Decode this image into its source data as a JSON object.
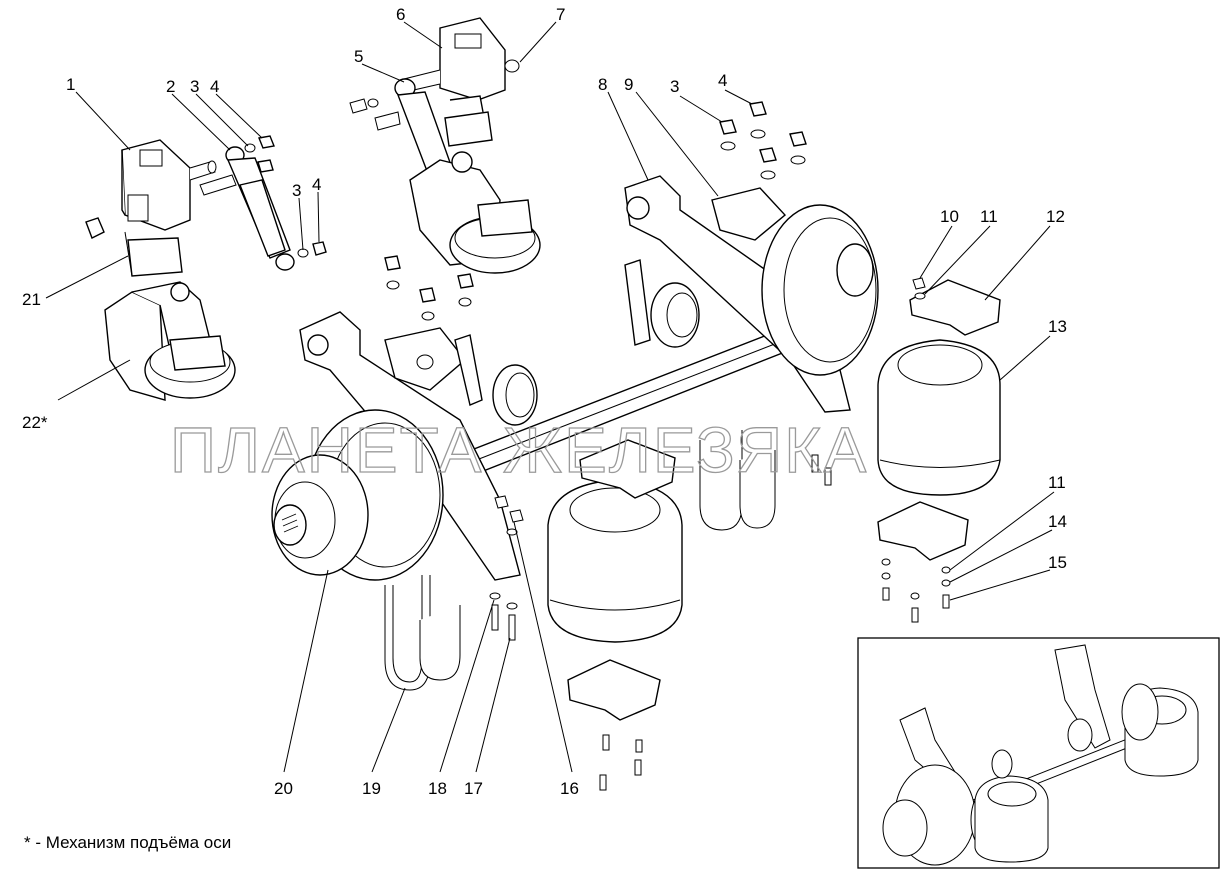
{
  "callouts": [
    {
      "id": "1",
      "label": "1"
    },
    {
      "id": "2",
      "label": "2"
    },
    {
      "id": "3a",
      "label": "3"
    },
    {
      "id": "4a",
      "label": "4"
    },
    {
      "id": "3b",
      "label": "3"
    },
    {
      "id": "4b",
      "label": "4"
    },
    {
      "id": "5",
      "label": "5"
    },
    {
      "id": "6",
      "label": "6"
    },
    {
      "id": "7",
      "label": "7"
    },
    {
      "id": "8",
      "label": "8"
    },
    {
      "id": "9",
      "label": "9"
    },
    {
      "id": "3c",
      "label": "3"
    },
    {
      "id": "4c",
      "label": "4"
    },
    {
      "id": "10",
      "label": "10"
    },
    {
      "id": "11a",
      "label": "11"
    },
    {
      "id": "12",
      "label": "12"
    },
    {
      "id": "13",
      "label": "13"
    },
    {
      "id": "11b",
      "label": "11"
    },
    {
      "id": "14",
      "label": "14"
    },
    {
      "id": "15",
      "label": "15"
    },
    {
      "id": "21",
      "label": "21"
    },
    {
      "id": "22",
      "label": "22*"
    },
    {
      "id": "20",
      "label": "20"
    },
    {
      "id": "19",
      "label": "19"
    },
    {
      "id": "18",
      "label": "18"
    },
    {
      "id": "17",
      "label": "17"
    },
    {
      "id": "16",
      "label": "16"
    }
  ],
  "footnote": "* - Механизм подъёма оси",
  "watermark": "ПЛАНЕТА ЖЕЛЕЗЯКА"
}
